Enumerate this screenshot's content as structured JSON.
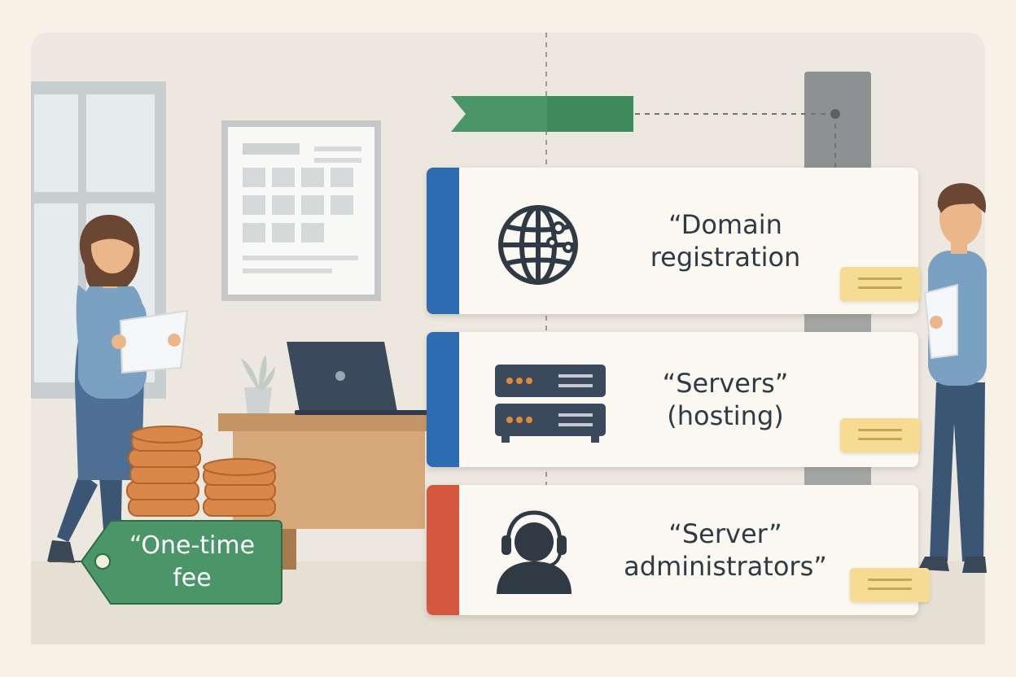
{
  "cards": [
    {
      "label": "“Domain\nregistration",
      "icon": "globe-icon",
      "accent": "#2f6bb0"
    },
    {
      "label": "“Servers”\n(hosting)",
      "icon": "server-icon",
      "accent": "#2f6bb0"
    },
    {
      "label": "“Server”\nadministrators”",
      "icon": "headset-support-icon",
      "accent": "#d3573f"
    }
  ],
  "fee_tag": {
    "label": "“One-time\nfee",
    "color": "#4a9668"
  },
  "colors": {
    "background": "#f7f1e6",
    "panel": "#ede8df",
    "ribbon": "#4a9668",
    "note": "#f6dc93",
    "coin": "#d9884a",
    "icon": "#2f3a45"
  }
}
